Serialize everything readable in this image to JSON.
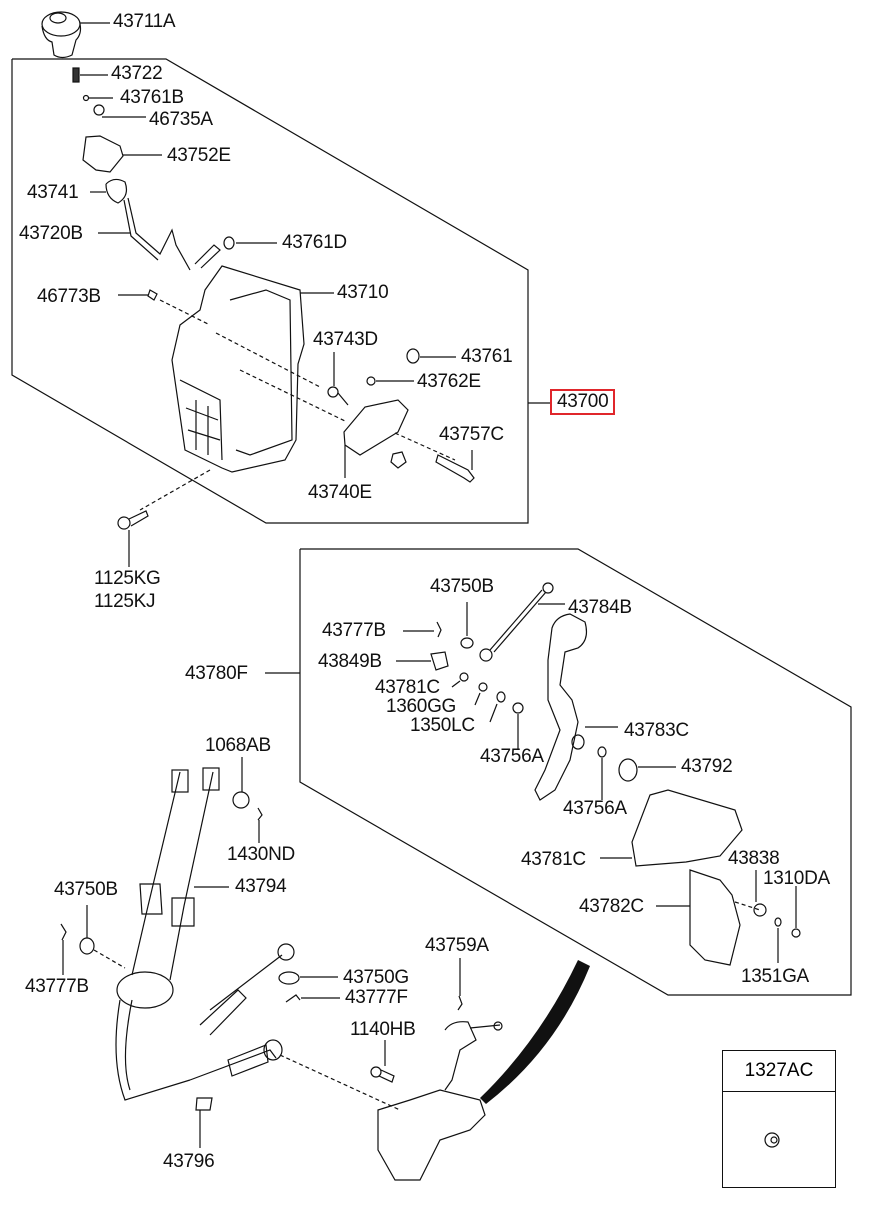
{
  "diagram": {
    "type": "exploded-parts-diagram",
    "subject": "Manual transmission shift lever and cable assembly",
    "highlighted_part": "43700",
    "colors": {
      "highlight_border": "#e0262b",
      "line": "#111111"
    },
    "groups": [
      {
        "id": "43700",
        "label": "43700",
        "highlighted": true,
        "parts": [
          "43722",
          "43761B",
          "46735A",
          "43752E",
          "43741",
          "43720B",
          "43761D",
          "46773B",
          "43710",
          "43743D",
          "43761",
          "43762E",
          "43757C",
          "43740E"
        ]
      },
      {
        "id": "43780F",
        "label": "43780F",
        "highlighted": false,
        "parts": [
          "43750B",
          "43784B",
          "43777B",
          "43849B",
          "43781C",
          "1360GG",
          "1350LC",
          "43756A",
          "43783C",
          "43792",
          "43756A",
          "43781C",
          "43838",
          "1310DA",
          "43782C",
          "1351GA"
        ]
      }
    ],
    "labels": {
      "p43711A": "43711A",
      "p43722": "43722",
      "p43761B": "43761B",
      "p46735A": "46735A",
      "p43752E": "43752E",
      "p43741": "43741",
      "p43720B": "43720B",
      "p43761D": "43761D",
      "p46773B": "46773B",
      "p43710": "43710",
      "p43743D": "43743D",
      "p43761": "43761",
      "p43762E": "43762E",
      "p43700": "43700",
      "p43757C": "43757C",
      "p43740E": "43740E",
      "p1125KG": "1125KG",
      "p1125KJ": "1125KJ",
      "p43750B_a": "43750B",
      "p43784B": "43784B",
      "p43777B_a": "43777B",
      "p43849B": "43849B",
      "p43780F": "43780F",
      "p43781C_a": "43781C",
      "p1360GG": "1360GG",
      "p1350LC": "1350LC",
      "p43783C": "43783C",
      "p43756A_a": "43756A",
      "p43792": "43792",
      "p43756A_b": "43756A",
      "p1068AB": "1068AB",
      "p1430ND": "1430ND",
      "p43781C_b": "43781C",
      "p43838": "43838",
      "p1310DA": "1310DA",
      "p43750B_b": "43750B",
      "p43794": "43794",
      "p43782C": "43782C",
      "p43777B_b": "43777B",
      "p43759A": "43759A",
      "p43750G": "43750G",
      "p43777F": "43777F",
      "p1351GA": "1351GA",
      "p1140HB": "1140HB",
      "p43796": "43796",
      "p1327AC": "1327AC"
    }
  }
}
